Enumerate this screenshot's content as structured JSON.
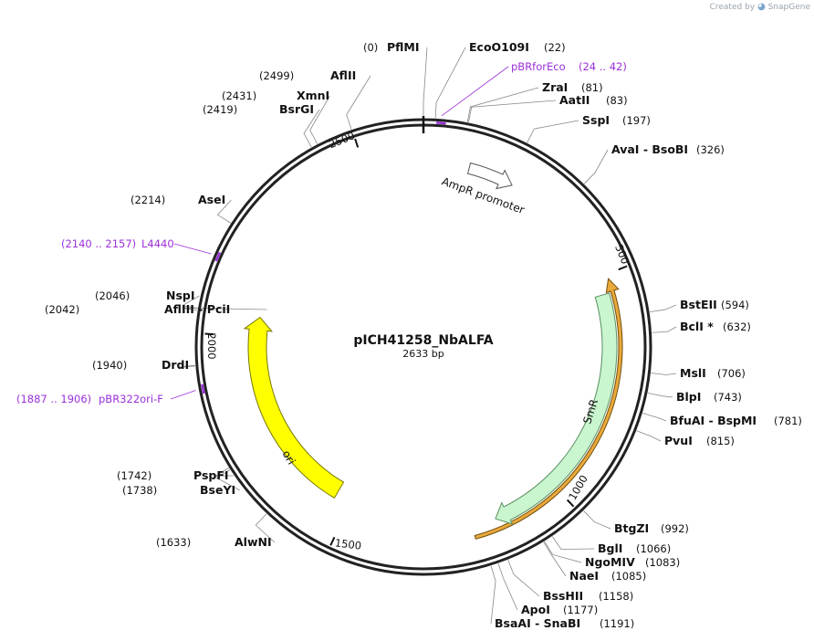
{
  "brand": {
    "created_by": "Created by",
    "name": "SnapGene"
  },
  "plasmid": {
    "name": "pICH41258_NbALFA",
    "length_label": "2633 bp",
    "total_bp": 2633
  },
  "ticks": [
    "500",
    "1000",
    "1500",
    "2000",
    "2500"
  ],
  "features": [
    {
      "label": "AmpR promoter",
      "color": "#ffffff",
      "stroke": "#555555",
      "start": 105,
      "end": 210
    },
    {
      "label": "SmR",
      "color": "#c9f6cf",
      "stroke": "#5a8f5f",
      "start": 540,
      "end": 1150
    },
    {
      "label": "ori",
      "color": "#ffff00",
      "stroke": "#777700",
      "start": 1540,
      "end": 2050
    },
    {
      "label": "",
      "color": "#e8a531",
      "stroke": "#6b4500",
      "start": 510,
      "end": 1205
    }
  ],
  "sites": [
    {
      "name": "PflMI",
      "pos": "(0)"
    },
    {
      "name": "EcoO109I",
      "pos": "(22)"
    },
    {
      "name": "ZraI",
      "pos": "(81)"
    },
    {
      "name": "AatII",
      "pos": "(83)"
    },
    {
      "name": "SspI",
      "pos": "(197)"
    },
    {
      "name": "AvaI  - BsoBI",
      "pos": "(326)"
    },
    {
      "name": "BstEII",
      "pos": "(594)"
    },
    {
      "name": "BclI *",
      "pos": "(632)"
    },
    {
      "name": "MslI",
      "pos": "(706)"
    },
    {
      "name": "BlpI",
      "pos": "(743)"
    },
    {
      "name": "BfuAI  - BspMI",
      "pos": "(781)"
    },
    {
      "name": "PvuI",
      "pos": "(815)"
    },
    {
      "name": "BtgZI",
      "pos": "(992)"
    },
    {
      "name": "BglI",
      "pos": "(1066)"
    },
    {
      "name": "NgoMIV",
      "pos": "(1083)"
    },
    {
      "name": "NaeI",
      "pos": "(1085)"
    },
    {
      "name": "BssHII",
      "pos": "(1158)"
    },
    {
      "name": "ApoI",
      "pos": "(1177)"
    },
    {
      "name": "BsaAI  - SnaBI",
      "pos": "(1191)"
    },
    {
      "name": "AlwNI",
      "pos": "(1633)"
    },
    {
      "name": "BseYI",
      "pos": "(1738)"
    },
    {
      "name": "PspFI",
      "pos": "(1742)"
    },
    {
      "name": "DrdI",
      "pos": "(1940)"
    },
    {
      "name": "AflIII  - PciI",
      "pos": "(2042)"
    },
    {
      "name": "NspI",
      "pos": "(2046)"
    },
    {
      "name": "AseI",
      "pos": "(2214)"
    },
    {
      "name": "BsrGI",
      "pos": "(2419)"
    },
    {
      "name": "XmnI",
      "pos": "(2431)"
    },
    {
      "name": "AflII",
      "pos": "(2499)"
    }
  ],
  "primers": [
    {
      "name": "pBRforEco",
      "range": "(24 .. 42)"
    },
    {
      "name": "L4440",
      "range": "(2140 .. 2157)"
    },
    {
      "name": "pBR322ori-F",
      "range": "(1887 .. 1906)"
    }
  ]
}
